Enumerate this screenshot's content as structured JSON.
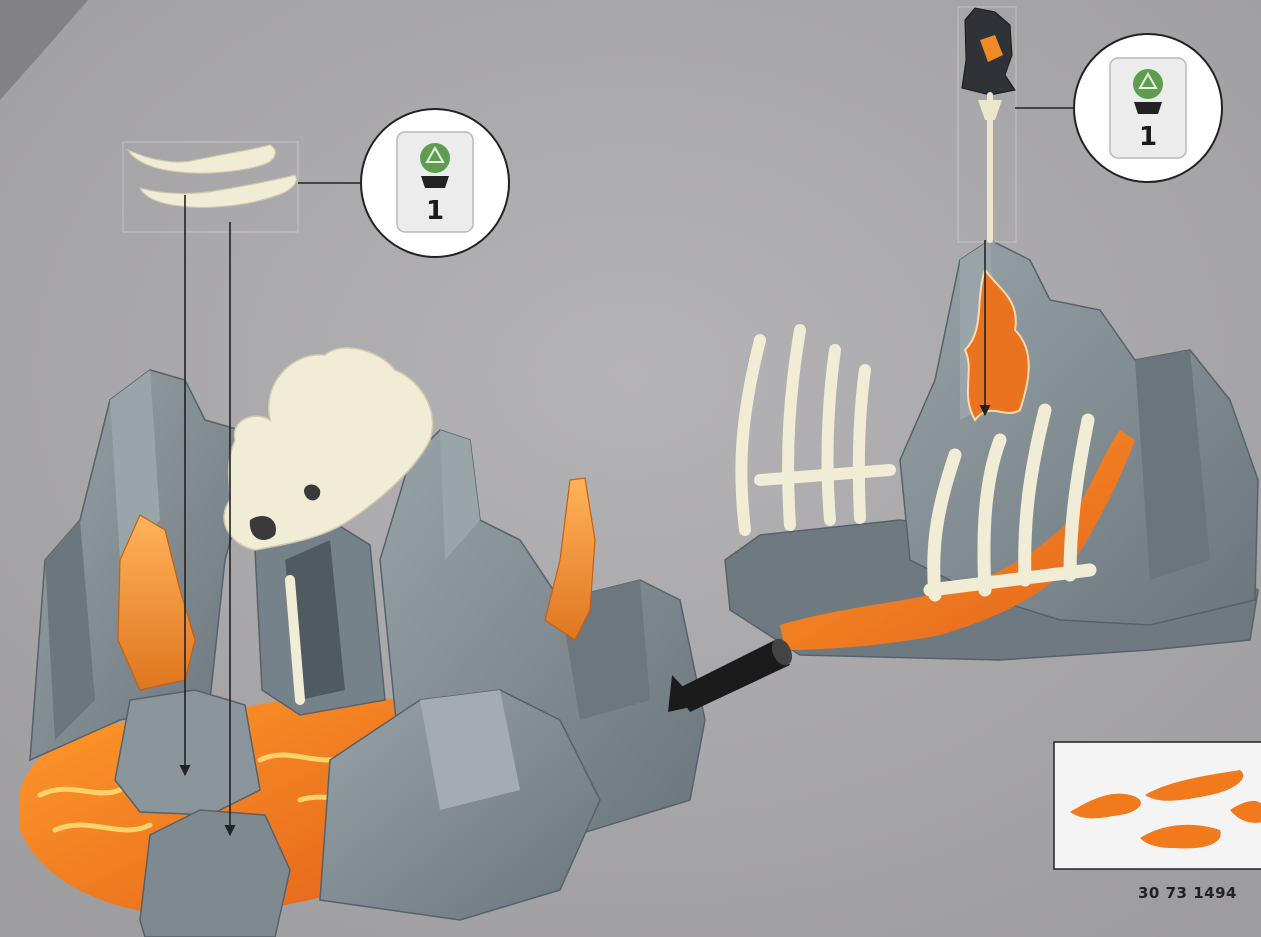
{
  "page": {
    "background_color": "#a9a8aa",
    "part_number": "30 73 1494"
  },
  "bag_callouts": [
    {
      "id": "bag-left",
      "number": "1",
      "icon": "parts-bag-icon"
    },
    {
      "id": "bag-right",
      "number": "1",
      "icon": "parts-bag-icon"
    }
  ],
  "colors": {
    "rock": "#7f8a90",
    "rock_dark": "#5f6a70",
    "rock_light": "#a4aeb3",
    "lava": "#f07a1c",
    "lava_light": "#ffd36a",
    "bone": "#f1ecd6",
    "crystal": "#f59a3a",
    "arrow": "#1b1b1b"
  }
}
